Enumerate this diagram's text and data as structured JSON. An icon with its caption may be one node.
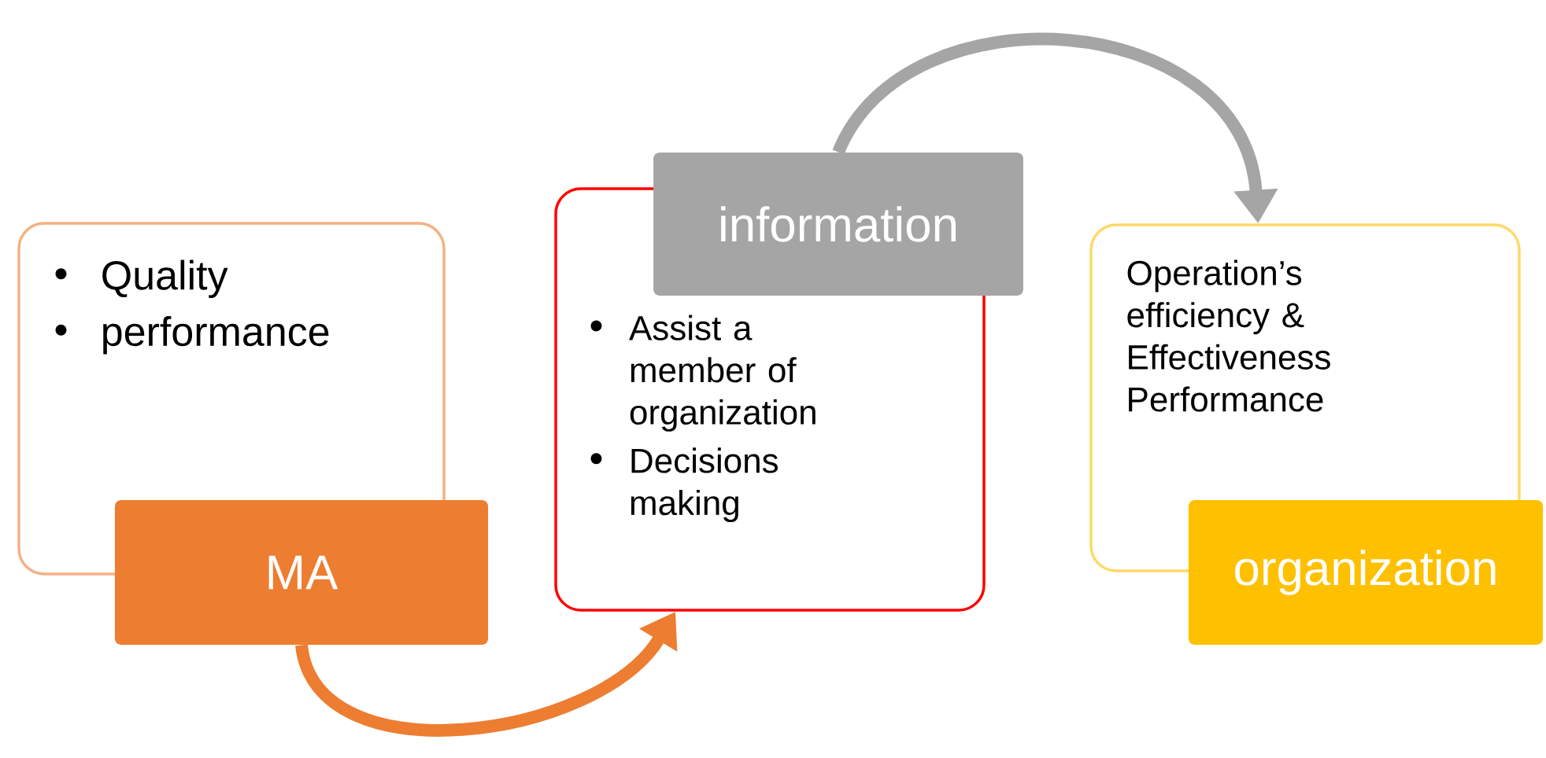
{
  "diagram": {
    "nodes": [
      {
        "text": [
          "Quality",
          "performance"
        ]
      },
      {
        "text": [
          "MA"
        ]
      },
      {
        "text": [
          "Assist a member of organization",
          "Decisions making"
        ]
      },
      {
        "text": [
          "information"
        ]
      },
      {
        "text": [
          "Operation’s efficiency & Effectiveness Performance"
        ]
      },
      {
        "text": [
          "organization"
        ]
      }
    ],
    "edges": [
      {
        "from": 1,
        "to": 2,
        "arrow": "to",
        "color": "#ed7d31"
      },
      {
        "from": 3,
        "to": 4,
        "arrow": "to",
        "color": "#a5a5a5"
      }
    ]
  }
}
